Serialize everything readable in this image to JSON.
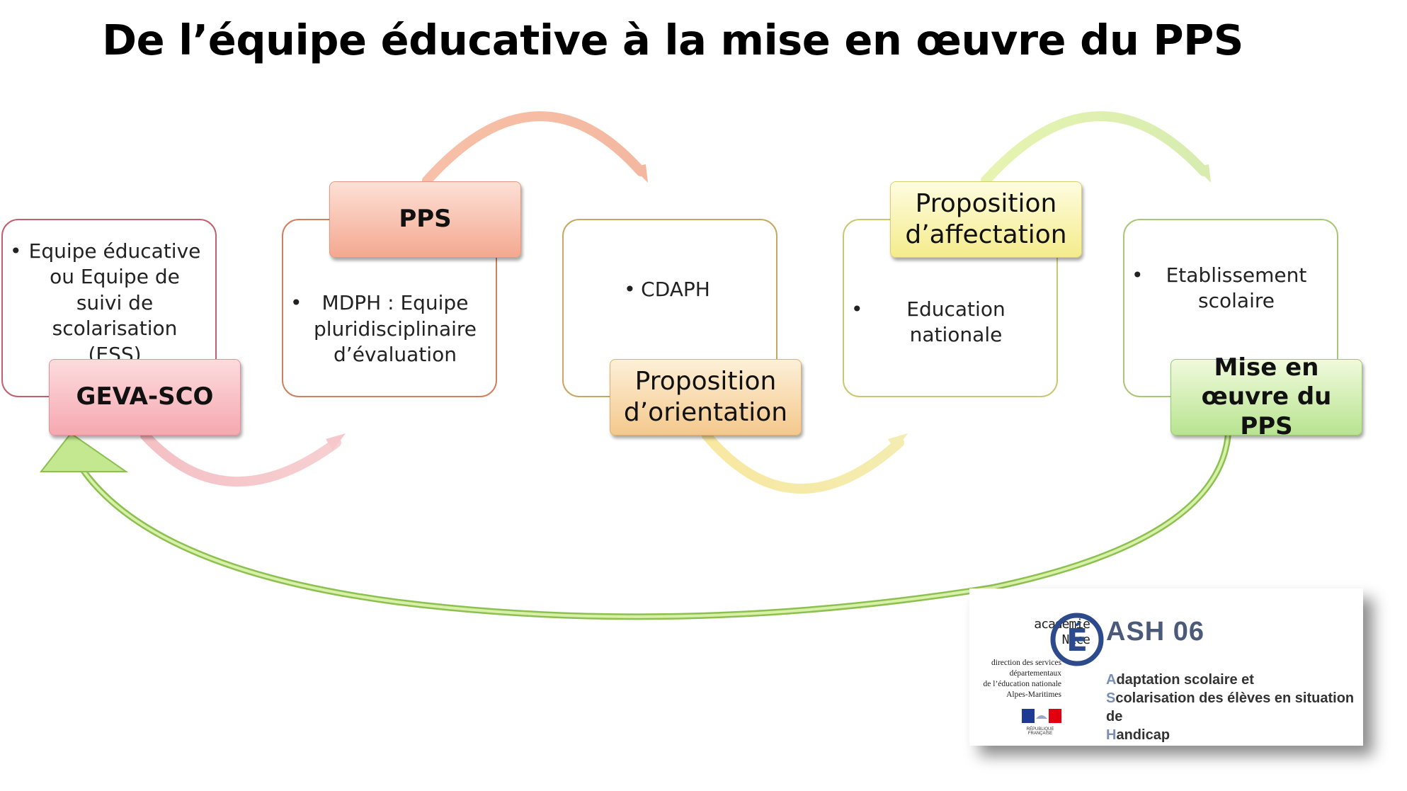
{
  "title": "De l’équipe éducative à la mise en œuvre du PPS",
  "steps": [
    {
      "box_item": "Equipe éducative ou Equipe de suivi de scolarisation (ESS)",
      "tag": "GEVA-SCO"
    },
    {
      "box_item": "MDPH : Equipe pluridisciplinaire d’évaluation",
      "tag": "PPS"
    },
    {
      "box_item": "CDAPH",
      "tag": "Proposition d’orientation"
    },
    {
      "box_item": "Education nationale",
      "tag": "Proposition d’affectation"
    },
    {
      "box_item": "Etablissement scolaire",
      "tag": "Mise en œuvre du PPS"
    }
  ],
  "colors": {
    "step1": "#e8a0a8",
    "step2": "#f0a898",
    "step3": "#e8c890",
    "step4": "#e0e090",
    "step5": "#a8d880",
    "return_arrow": "#8cc050"
  },
  "logo": {
    "academie_line1": "académie",
    "academie_line2": "Nice",
    "emblem_letter": "É",
    "ash": "ASH 06",
    "direction": [
      "direction des services",
      "départementaux",
      "de l’éducation nationale",
      "Alpes-Maritimes"
    ],
    "rf": "RÉPUBLIQUE FRANÇAISE",
    "desc": [
      {
        "initial": "A",
        "rest": "daptation scolaire et"
      },
      {
        "initial": "S",
        "rest": "colarisation des élèves en situation de"
      },
      {
        "initial": "H",
        "rest": "andicap"
      }
    ]
  }
}
